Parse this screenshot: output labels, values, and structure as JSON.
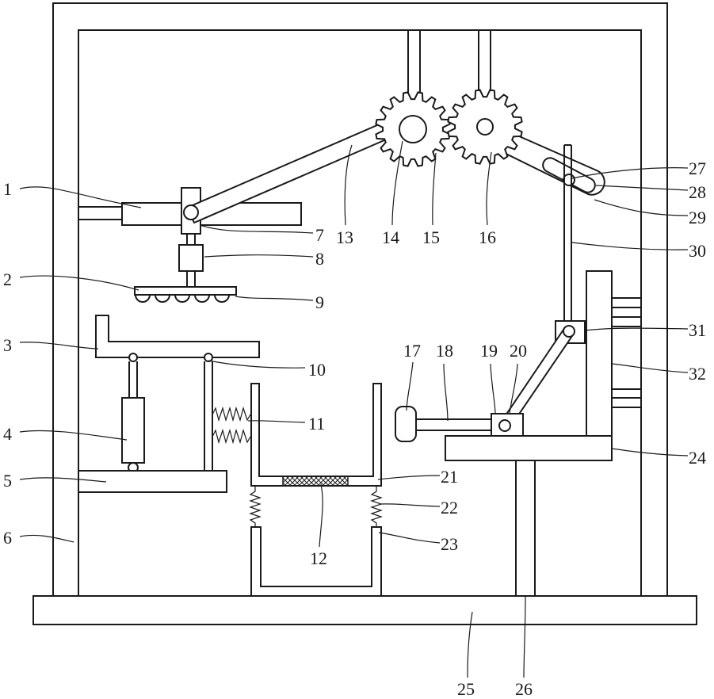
{
  "figure": {
    "stroke_color": "#1a1a1a",
    "background": "#ffffff",
    "hatch_pattern": "cross-hatch",
    "labels": {
      "n1": "1",
      "n2": "2",
      "n3": "3",
      "n4": "4",
      "n5": "5",
      "n6": "6",
      "n7": "7",
      "n8": "8",
      "n9": "9",
      "n10": "10",
      "n11": "11",
      "n12": "12",
      "n13": "13",
      "n14": "14",
      "n15": "15",
      "n16": "16",
      "n17": "17",
      "n18": "18",
      "n19": "19",
      "n20": "20",
      "n21": "21",
      "n22": "22",
      "n23": "23",
      "n24": "24",
      "n25": "25",
      "n26": "26",
      "n27": "27",
      "n28": "28",
      "n29": "29",
      "n30": "30",
      "n31": "31",
      "n32": "32"
    }
  }
}
